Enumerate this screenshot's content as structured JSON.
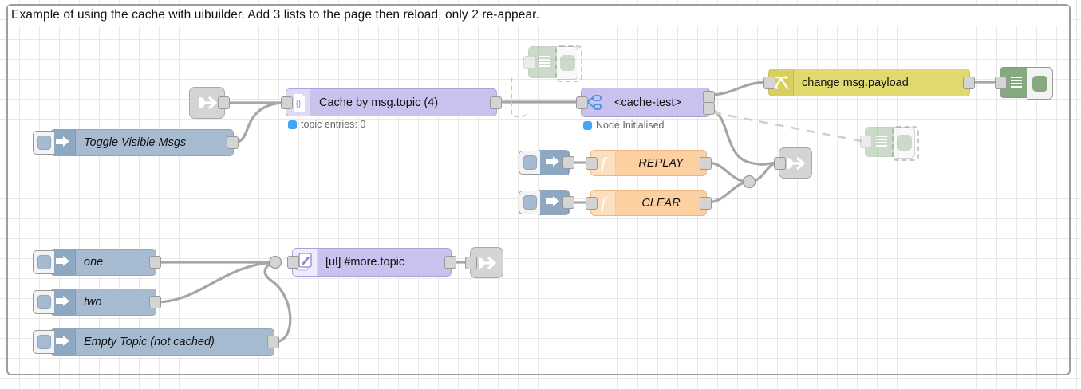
{
  "flow": {
    "title": "Example of using the cache with uibuilder. Add 3 lists to the page then reload, only 2 re-appear."
  },
  "colors": {
    "inject": "#a6bbcf",
    "cache": "#c7c3ee",
    "function": "#fdd0a2",
    "change": "#e2d96e",
    "debug": "#87a980",
    "link": "#d4d4d4",
    "status_dot": "#41a6f6",
    "wire": "#a6a6a6",
    "grid": "#e8e8e8"
  },
  "nodes": {
    "link_in_top": {
      "label": "",
      "type": "link-in",
      "icon": "link-in-icon"
    },
    "toggle_visible": {
      "label": "Toggle Visible Msgs",
      "type": "inject",
      "icon": "inject-arrow-icon"
    },
    "cache": {
      "label": "Cache by msg.topic (4)",
      "type": "cache",
      "icon": "json-braces-icon",
      "status": "topic entries: 0"
    },
    "cache_test": {
      "label": "<cache-test>",
      "type": "subflow",
      "icon": "subflow-icon",
      "status": "Node Initialised"
    },
    "change_payload": {
      "label": "change msg.payload",
      "type": "change",
      "icon": "change-swap-icon"
    },
    "debug_right": {
      "label": "",
      "type": "debug",
      "icon": "debug-lines-icon"
    },
    "debug_ghost_top": {
      "label": "",
      "type": "debug",
      "icon": "debug-lines-icon"
    },
    "debug_ghost_mid": {
      "label": "",
      "type": "debug",
      "icon": "debug-lines-icon"
    },
    "replay_inject": {
      "label": "",
      "type": "inject",
      "icon": "inject-arrow-icon"
    },
    "replay": {
      "label": "REPLAY",
      "type": "function",
      "icon": "function-f-icon"
    },
    "clear_inject": {
      "label": "",
      "type": "inject",
      "icon": "inject-arrow-icon"
    },
    "clear": {
      "label": "CLEAR",
      "type": "function",
      "icon": "function-f-icon"
    },
    "link_out_mid": {
      "label": "",
      "type": "link-out",
      "icon": "link-out-icon"
    },
    "inject_one": {
      "label": "one",
      "type": "inject",
      "icon": "inject-arrow-icon"
    },
    "inject_two": {
      "label": "two",
      "type": "inject",
      "icon": "inject-arrow-icon"
    },
    "inject_empty": {
      "label": "Empty Topic (not cached)",
      "type": "inject",
      "icon": "inject-arrow-icon"
    },
    "ul_more": {
      "label": "[ul] #more.topic",
      "type": "uibuilder",
      "icon": "pencil-template-icon"
    },
    "link_out_bottom": {
      "label": "",
      "type": "link-out",
      "icon": "link-out-icon"
    }
  }
}
